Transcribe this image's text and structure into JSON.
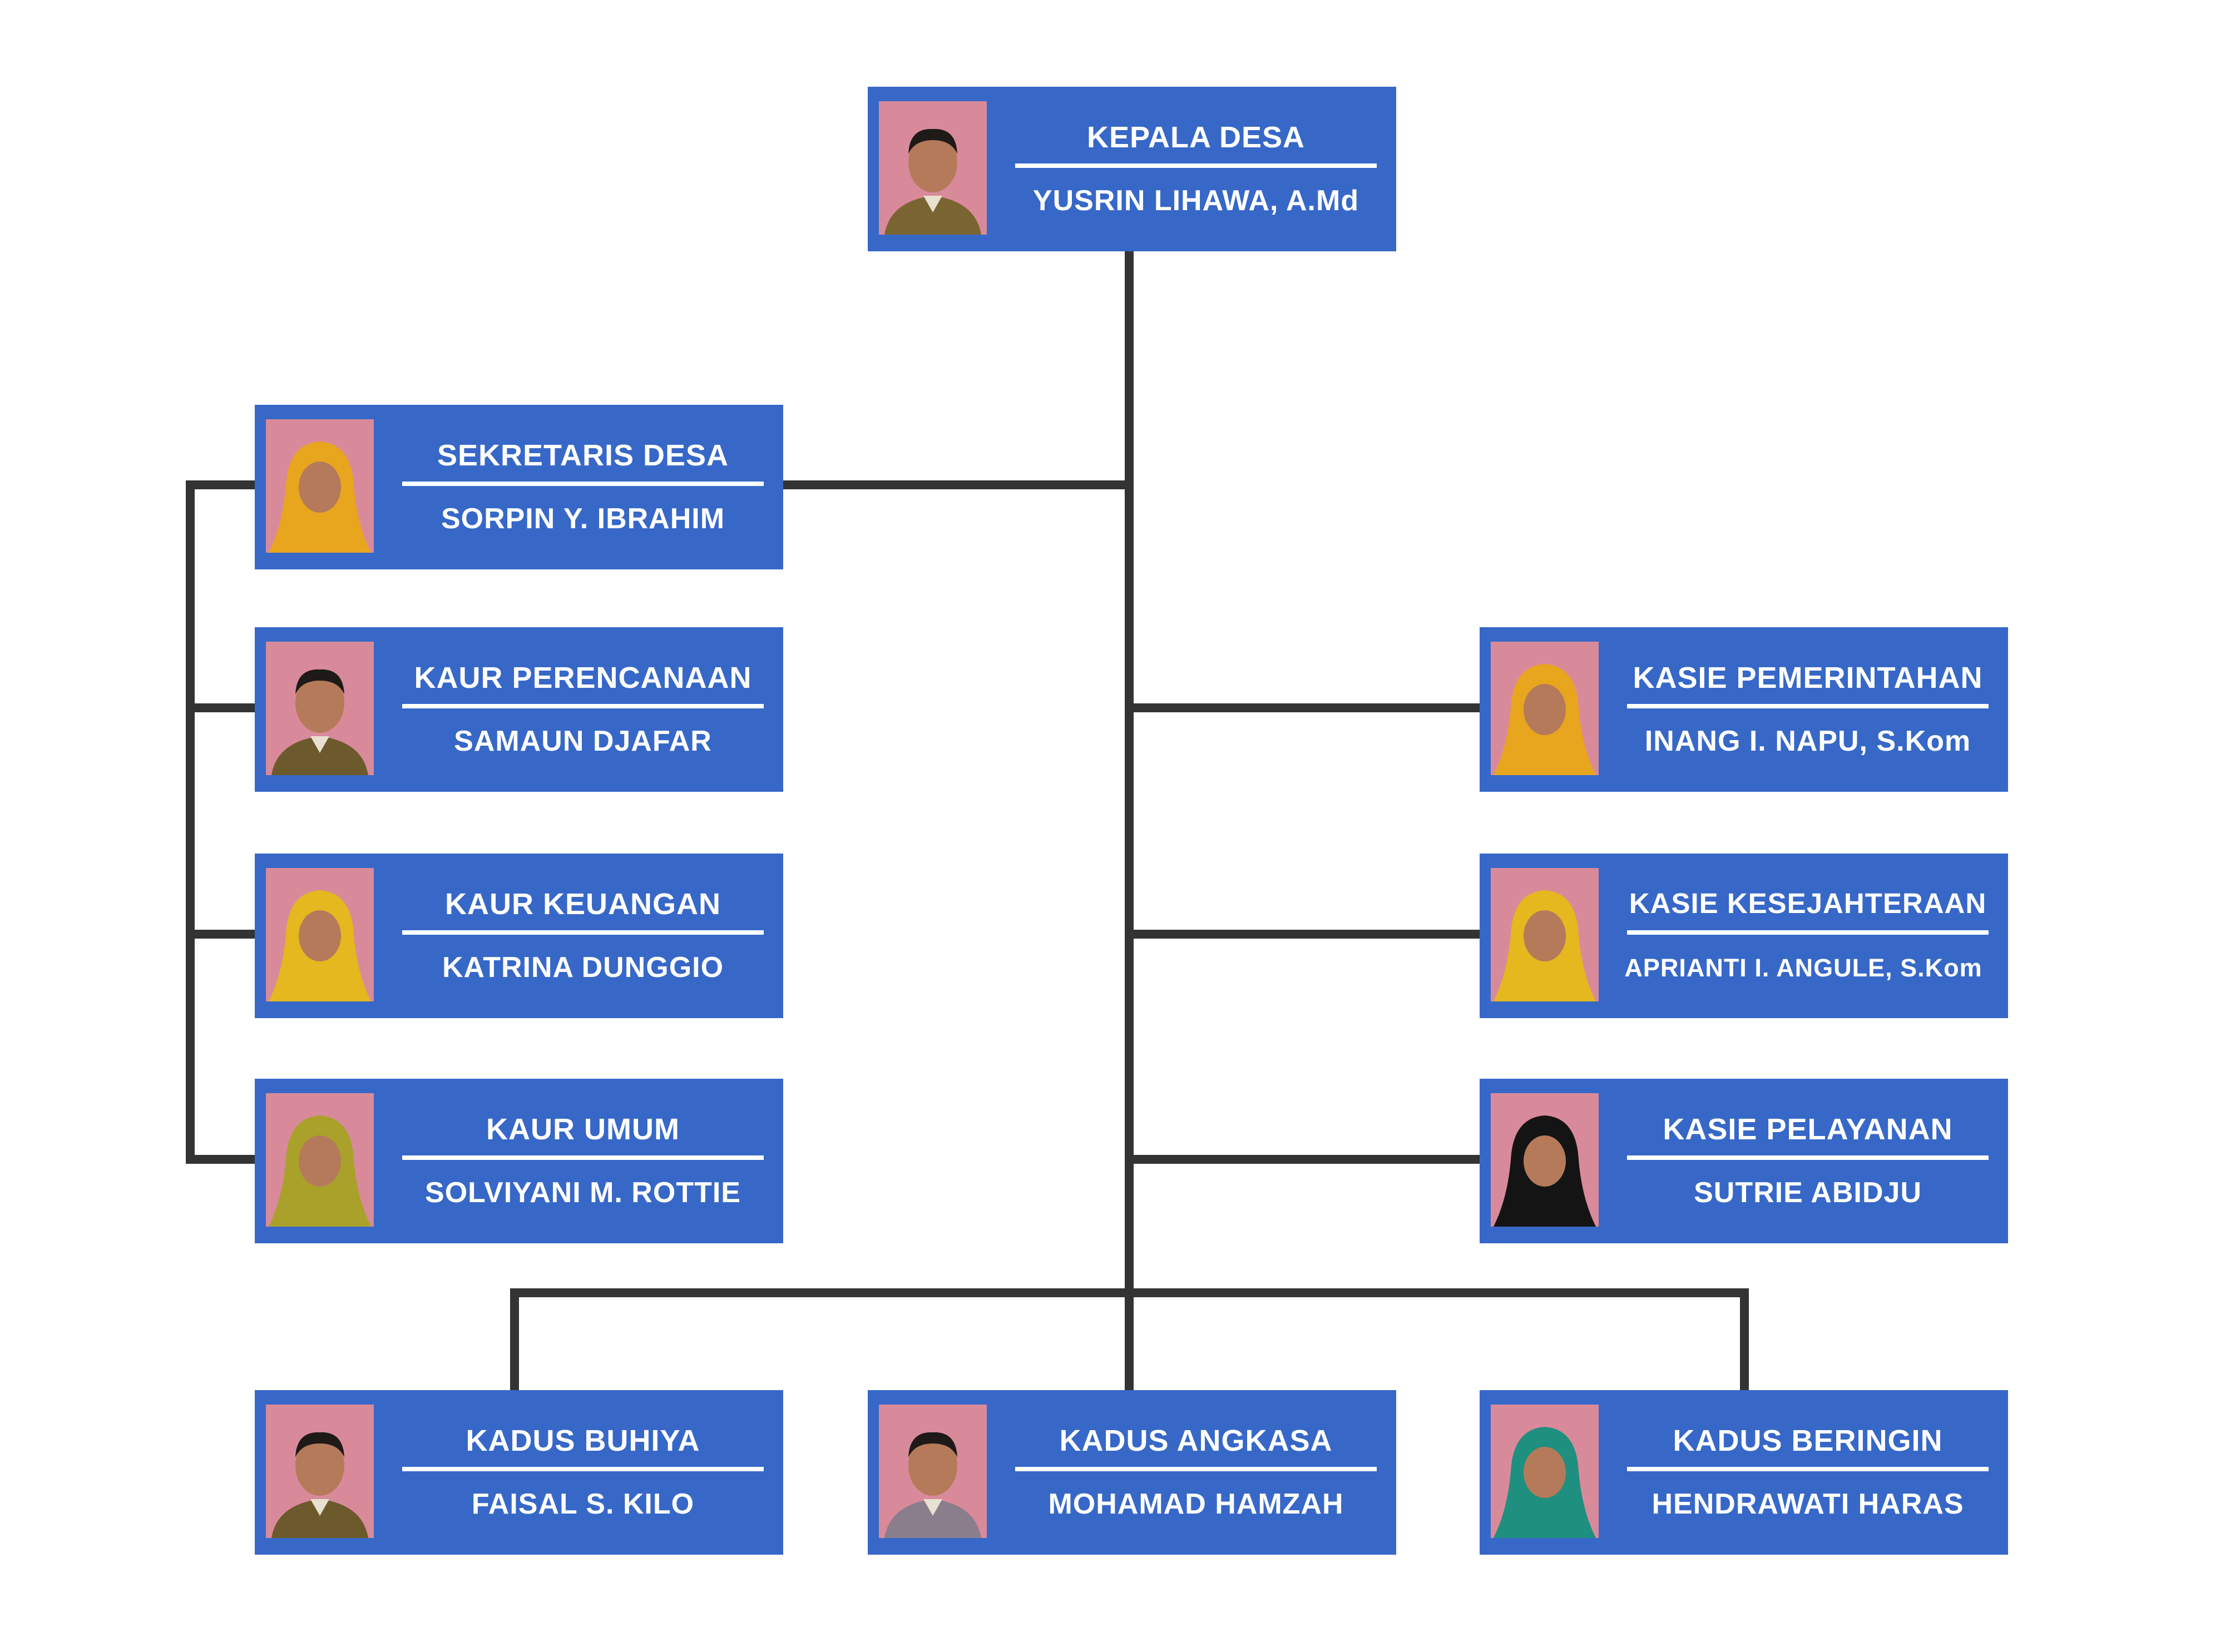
{
  "org_chart": {
    "head": {
      "role": "KEPALA DESA",
      "name": "YUSRIN LIHAWA, A.Md",
      "photo": "male-portrait-icon",
      "attire": "#7a6532"
    },
    "secretary": {
      "role": "SEKRETARIS DESA",
      "name": "SORPIN Y. IBRAHIM",
      "photo": "female-hijab-portrait-icon",
      "attire": "#e8a51e"
    },
    "kaur": [
      {
        "role": "KAUR PERENCANAAN",
        "name": "SAMAUN DJAFAR",
        "photo": "male-portrait-icon",
        "attire": "#6d5a2c"
      },
      {
        "role": "KAUR KEUANGAN",
        "name": "KATRINA DUNGGIO",
        "photo": "female-hijab-portrait-icon",
        "attire": "#e4b81e"
      },
      {
        "role": "KAUR UMUM",
        "name": "SOLVIYANI M. ROTTIE",
        "photo": "female-hijab-portrait-icon",
        "attire": "#a9a12a"
      }
    ],
    "kasie": [
      {
        "role": "KASIE PEMERINTAHAN",
        "name": "INANG I. NAPU, S.Kom",
        "photo": "female-hijab-portrait-icon",
        "attire": "#e8a51e"
      },
      {
        "role": "KASIE KESEJAHTERAAN",
        "name": "APRIANTI I. ANGULE, S.Kom",
        "photo": "female-hijab-portrait-icon",
        "attire": "#e4b81e"
      },
      {
        "role": "KASIE PELAYANAN",
        "name": "SUTRIE ABIDJU",
        "photo": "female-hijab-portrait-icon",
        "attire": "#141414"
      }
    ],
    "kadus": [
      {
        "role": "KADUS BUHIYA",
        "name": "FAISAL S. KILO",
        "photo": "male-portrait-icon",
        "attire": "#6d5a2c"
      },
      {
        "role": "KADUS ANGKASA",
        "name": "MOHAMAD HAMZAH",
        "photo": "male-portrait-icon",
        "attire": "#8a7d8c"
      },
      {
        "role": "KADUS BERINGIN",
        "name": "HENDRAWATI HARAS",
        "photo": "female-hijab-portrait-icon",
        "attire": "#1f8f80"
      }
    ]
  },
  "colors": {
    "box": "#3768c8",
    "line": "#333333",
    "photo_bg": "#d98a9a",
    "skin": "#b57a5a",
    "hair": "#1e1a18"
  }
}
